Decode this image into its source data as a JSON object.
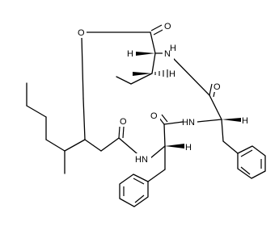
{
  "atoms": {
    "o_ester": "O",
    "o_carbonyl_top": "O",
    "nh_top": "N",
    "h_top_1": "H",
    "h_top_2": "H",
    "o_amide_2": "O",
    "nh_mid": "N",
    "h_mid_phe1": "H",
    "o_amide_3": "O",
    "nh_low": "N",
    "h_low_phe2": "H",
    "h_nh_mid": "H",
    "h_nh_low": "H",
    "o_amide_4": "O"
  }
}
